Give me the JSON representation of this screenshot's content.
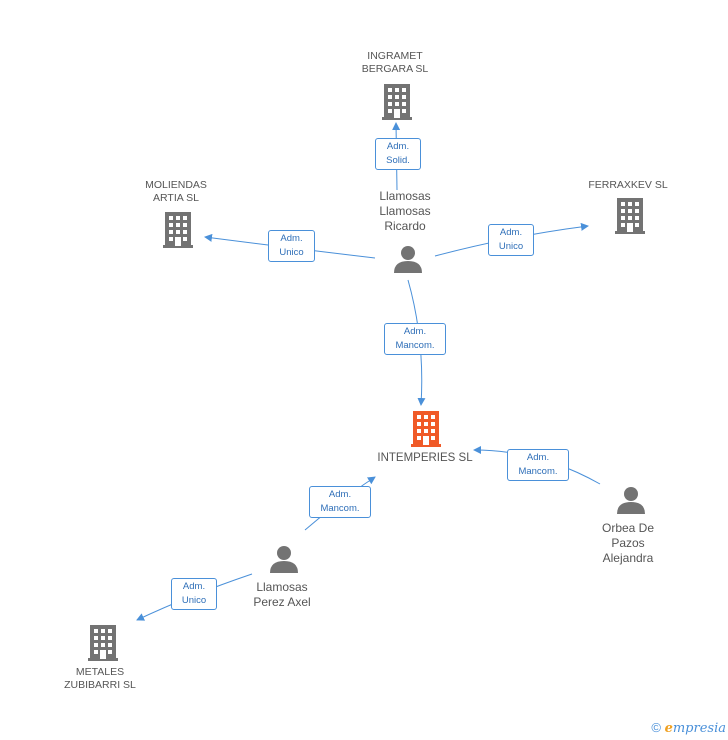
{
  "nodes": {
    "ingramet": {
      "label": "INGRAMET\nBERGARA SL",
      "color": "#737373"
    },
    "moliendas": {
      "label": "MOLIENDAS\nARTIA SL",
      "color": "#737373"
    },
    "ferraxkev": {
      "label": "FERRAXKEV SL",
      "color": "#737373"
    },
    "intemperies": {
      "label": "INTEMPERIES SL",
      "color": "#f05a28"
    },
    "metales": {
      "label": "METALES\nZUBIBARRI SL",
      "color": "#737373"
    },
    "ricardo": {
      "label": "Llamosas\nLlamosas\nRicardo",
      "color": "#737373"
    },
    "axel": {
      "label": "Llamosas\nPerez Axel",
      "color": "#737373"
    },
    "alejandra": {
      "label": "Orbea De\nPazos\nAlejandra",
      "color": "#737373"
    }
  },
  "edges": {
    "ricardo_ingramet": "Adm.\nSolid.",
    "ricardo_moliendas": "Adm.\nUnico",
    "ricardo_ferraxkev": "Adm.\nUnico",
    "ricardo_intemperies": "Adm.\nMancom.",
    "alejandra_intemperies": "Adm.\nMancom.",
    "axel_intemperies": "Adm.\nMancom.",
    "axel_metales": "Adm.\nUnico"
  },
  "colors": {
    "edge": "#4a90d9",
    "building": "#737373",
    "highlight": "#f05a28"
  },
  "footer": {
    "copyright": "©",
    "brand_e": "e",
    "brand_rest": "mpresia"
  }
}
